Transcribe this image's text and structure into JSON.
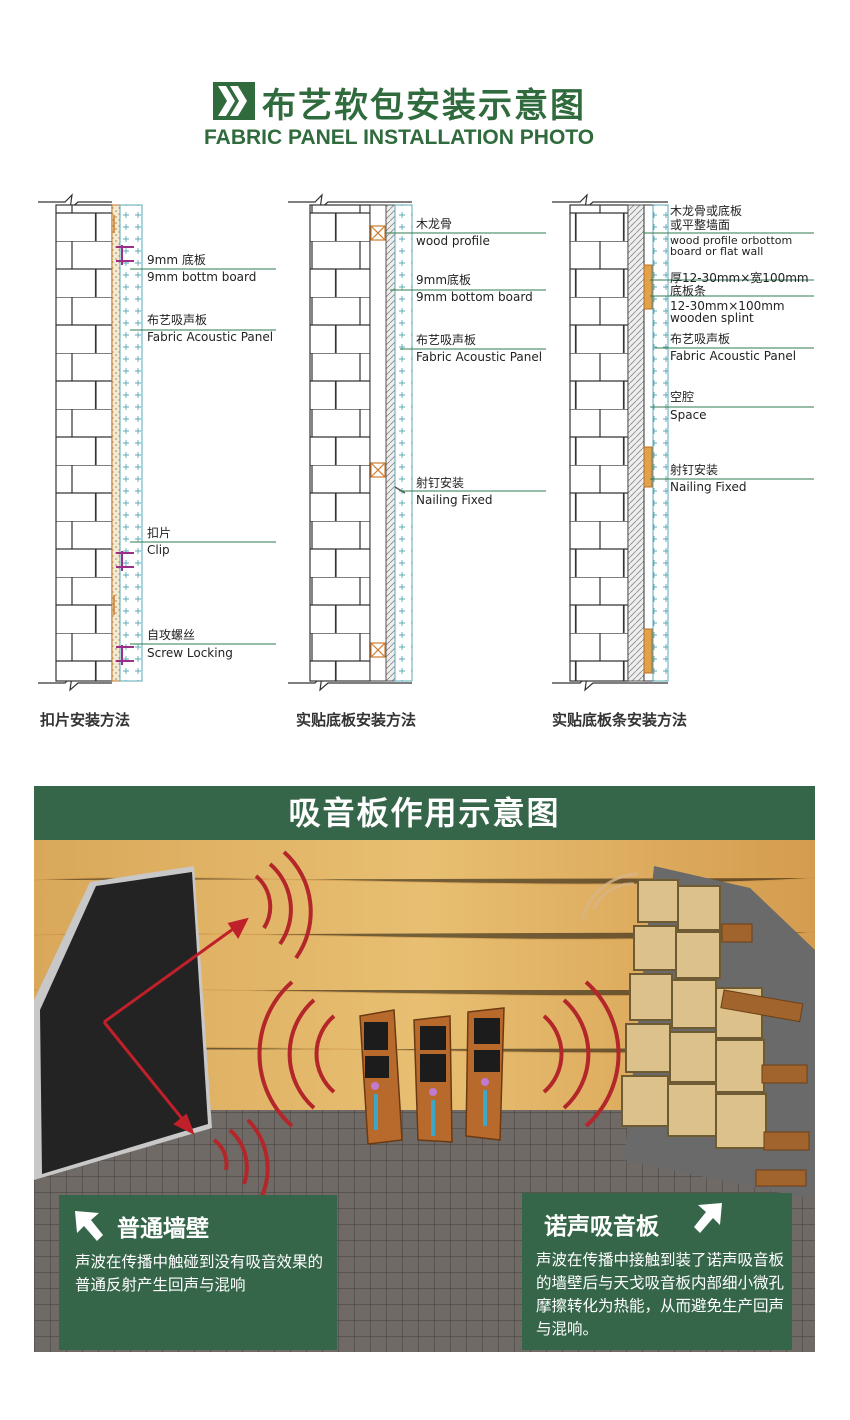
{
  "header": {
    "title_cn": "布艺软包安装示意图",
    "title_en": "FABRIC PANEL INSTALLATION PHOTO"
  },
  "diagram1": {
    "labels": [
      {
        "cn": "9mm 底板",
        "en": "9mm bottm board"
      },
      {
        "cn": "布艺吸声板",
        "en": "Fabric Acoustic Panel"
      },
      {
        "cn": "扣片",
        "en": "Clip"
      },
      {
        "cn": "自攻螺丝",
        "en": "Screw Locking"
      }
    ],
    "caption": "扣片安装方法"
  },
  "diagram2": {
    "labels": [
      {
        "cn": "木龙骨",
        "en": "wood profile"
      },
      {
        "cn": "9mm底板",
        "en": "9mm bottom board"
      },
      {
        "cn": "布艺吸声板",
        "en": "Fabric Acoustic Panel"
      },
      {
        "cn": "射钉安装",
        "en": "Nailing Fixed"
      }
    ],
    "caption": "实贴底板安装方法"
  },
  "diagram3": {
    "labels": [
      {
        "l1": "木龙骨或底板",
        "l2": "或平整墙面",
        "l3": "wood profile orbottom",
        "l4": "board or flat wall"
      },
      {
        "l1": "厚12-30mm×宽100mm",
        "l2": "底板条",
        "l3": "12-30mm×100mm",
        "l4": "wooden splint"
      },
      {
        "cn": "布艺吸声板",
        "en": "Fabric Acoustic Panel"
      },
      {
        "cn": "空腔",
        "en": "Space"
      },
      {
        "cn": "射钉安装",
        "en": "Nailing Fixed"
      }
    ],
    "caption": "实贴底板条安装方法"
  },
  "lower": {
    "title": "吸音板作用示意图",
    "left_box": {
      "heading": "普通墙壁",
      "text": "声波在传播中触碰到没有吸音效果的普通反射产生回声与混响"
    },
    "right_box": {
      "heading": "诺声吸音板",
      "text": "声波在传播中接触到装了诺声吸音板的墙壁后与天戈吸音板内部细小微孔摩擦转化为热能，从而避免生产回声与混响。"
    }
  },
  "colors": {
    "brand_green": "#2f6b3c",
    "box_green": "#36664a",
    "wave_red": "#b3262a",
    "wood": "#e0a24b"
  }
}
